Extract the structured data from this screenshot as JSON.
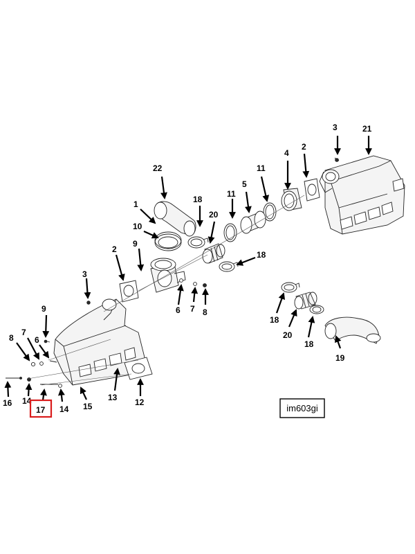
{
  "diagram": {
    "image_id": "im603gi",
    "highlighted_callout": "17",
    "highlight_color": "#d91c1c",
    "callouts": {
      "c22": "22",
      "c1": "1",
      "c10": "10",
      "c9a": "9",
      "c18a": "18",
      "c20a": "20",
      "c11a": "11",
      "c5": "5",
      "c11b": "11",
      "c4": "4",
      "c2a": "2",
      "c3a": "3",
      "c21": "21",
      "c18b": "18",
      "c2b": "2",
      "c3b": "3",
      "c6a": "6",
      "c7a": "7",
      "c8a": "8",
      "c9b": "9",
      "c8b": "8",
      "c7b": "7",
      "c6b": "6",
      "c16": "16",
      "c14a": "14",
      "c17": "17",
      "c14b": "14",
      "c15": "15",
      "c13": "13",
      "c12": "12",
      "c18c": "18",
      "c20b": "20",
      "c18d": "18",
      "c19": "19"
    }
  }
}
